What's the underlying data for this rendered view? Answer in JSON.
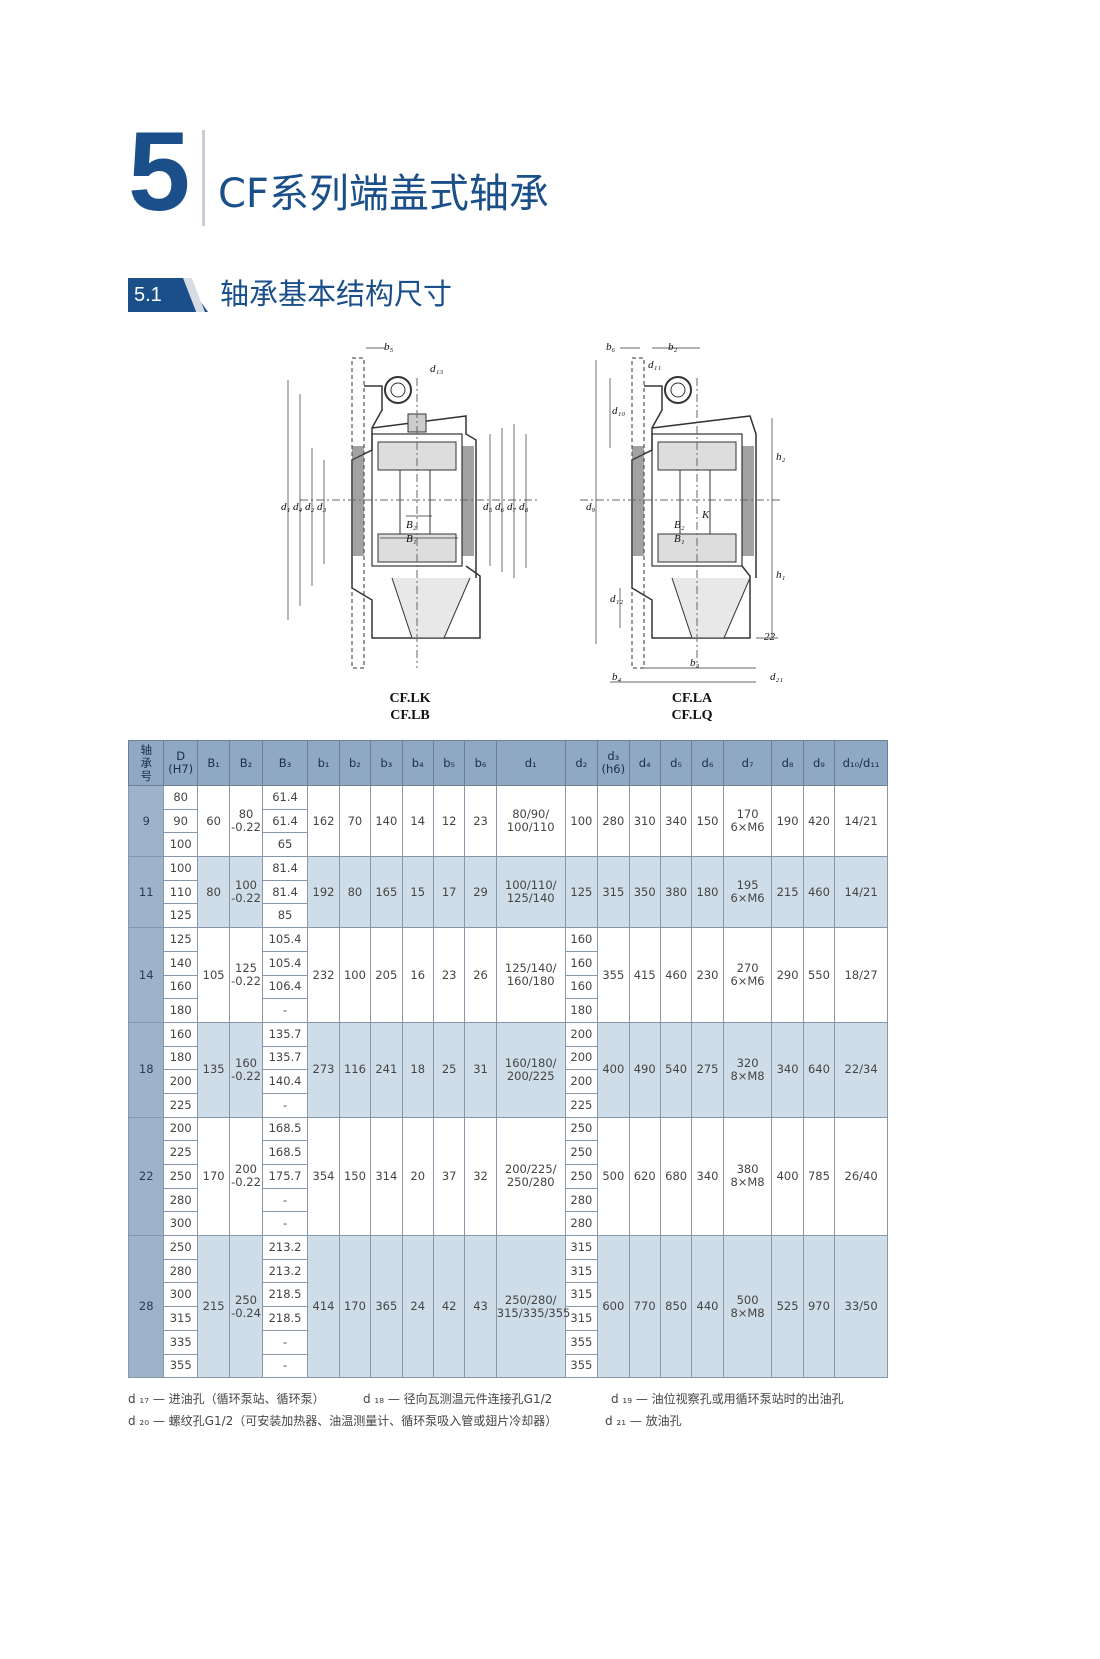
{
  "chapter": {
    "number": "5",
    "title": "CF系列端盖式轴承"
  },
  "section": {
    "number": "5.1",
    "title": "轴承基本结构尺寸"
  },
  "drawing": {
    "left_caption_1": "CF.LK",
    "left_caption_2": "CF.LB",
    "right_caption_1": "CF.LA",
    "right_caption_2": "CF.LQ",
    "labels_left": {
      "b5": "b₅",
      "d13": "d₁₃",
      "B2": "B₂",
      "B1": "B₁",
      "d1": "d₁",
      "d4": "d₄",
      "d2": "d₂",
      "d3": "d₃",
      "d5": "d₅",
      "d6": "d₆",
      "d7": "d₇",
      "d8": "d₈"
    },
    "labels_right": {
      "b6": "b₆",
      "b2": "b₂",
      "d11": "d₁₁",
      "d10": "d₁₀",
      "d9": "d₉",
      "h2": "h₂",
      "h1": "h₁",
      "B2": "B₂",
      "B1": "B₁",
      "K": "K",
      "d12": "d₁₂",
      "dim22": "22",
      "b3": "b₃",
      "b4": "b₄",
      "d21": "d₂₁"
    }
  },
  "table": {
    "headers": [
      "轴\n承\n号",
      "D\n(H7)",
      "B₁",
      "B₂",
      "B₃",
      "b₁",
      "b₂",
      "b₃",
      "b₄",
      "b₅",
      "b₆",
      "d₁",
      "d₂",
      "d₃\n(h6)",
      "d₄",
      "d₅",
      "d₆",
      "d₇",
      "d₈",
      "d₉",
      "d₁₀/d₁₁"
    ],
    "groups": [
      {
        "shaft": "9",
        "D": [
          "80",
          "90",
          "100"
        ],
        "B1": "60",
        "B2": "80\n-0.22",
        "B3": [
          "61.4",
          "61.4",
          "65"
        ],
        "b1": "162",
        "b2": "70",
        "b3": "140",
        "b4": "14",
        "b5": "12",
        "b6": "23",
        "d1": "80/90/\n100/110",
        "d2": [
          "100"
        ],
        "d3": "280",
        "d4": "310",
        "d5": "340",
        "d6": "150",
        "d7": "170\n6×M6",
        "d8": "190",
        "d9": "420",
        "d10": "14/21"
      },
      {
        "shaft": "11",
        "D": [
          "100",
          "110",
          "125"
        ],
        "B1": "80",
        "B2": "100\n-0.22",
        "B3": [
          "81.4",
          "81.4",
          "85"
        ],
        "b1": "192",
        "b2": "80",
        "b3": "165",
        "b4": "15",
        "b5": "17",
        "b6": "29",
        "d1": "100/110/\n125/140",
        "d2": [
          "125"
        ],
        "d3": "315",
        "d4": "350",
        "d5": "380",
        "d6": "180",
        "d7": "195\n6×M6",
        "d8": "215",
        "d9": "460",
        "d10": "14/21"
      },
      {
        "shaft": "14",
        "D": [
          "125",
          "140",
          "160",
          "180"
        ],
        "B1": "105",
        "B2": "125\n-0.22",
        "B3": [
          "105.4",
          "105.4",
          "106.4",
          "-"
        ],
        "b1": "232",
        "b2": "100",
        "b3": "205",
        "b4": "16",
        "b5": "23",
        "b6": "26",
        "d1": "125/140/\n160/180",
        "d2": [
          "160",
          "160",
          "160",
          "180"
        ],
        "d3": "355",
        "d4": "415",
        "d5": "460",
        "d6": "230",
        "d7": "270\n6×M6",
        "d8": "290",
        "d9": "550",
        "d10": "18/27"
      },
      {
        "shaft": "18",
        "D": [
          "160",
          "180",
          "200",
          "225"
        ],
        "B1": "135",
        "B2": "160\n-0.22",
        "B3": [
          "135.7",
          "135.7",
          "140.4",
          "-"
        ],
        "b1": "273",
        "b2": "116",
        "b3": "241",
        "b4": "18",
        "b5": "25",
        "b6": "31",
        "d1": "160/180/\n200/225",
        "d2": [
          "200",
          "200",
          "200",
          "225"
        ],
        "d3": "400",
        "d4": "490",
        "d5": "540",
        "d6": "275",
        "d7": "320\n8×M8",
        "d8": "340",
        "d9": "640",
        "d10": "22/34"
      },
      {
        "shaft": "22",
        "D": [
          "200",
          "225",
          "250",
          "280",
          "300"
        ],
        "B1": "170",
        "B2": "200\n-0.22",
        "B3": [
          "168.5",
          "168.5",
          "175.7",
          "-",
          "-"
        ],
        "b1": "354",
        "b2": "150",
        "b3": "314",
        "b4": "20",
        "b5": "37",
        "b6": "32",
        "d1": "200/225/\n250/280",
        "d2": [
          "250",
          "250",
          "250",
          "280",
          "280"
        ],
        "d3": "500",
        "d4": "620",
        "d5": "680",
        "d6": "340",
        "d7": "380\n8×M8",
        "d8": "400",
        "d9": "785",
        "d10": "26/40"
      },
      {
        "shaft": "28",
        "D": [
          "250",
          "280",
          "300",
          "315",
          "335",
          "355"
        ],
        "B1": "215",
        "B2": "250\n-0.24",
        "B3": [
          "213.2",
          "213.2",
          "218.5",
          "218.5",
          "-",
          "-"
        ],
        "b1": "414",
        "b2": "170",
        "b3": "365",
        "b4": "24",
        "b5": "42",
        "b6": "43",
        "d1": "250/280/\n315/335/355",
        "d2": [
          "315",
          "315",
          "315",
          "315",
          "355",
          "355"
        ],
        "d3": "600",
        "d4": "770",
        "d5": "850",
        "d6": "440",
        "d7": "500\n8×M8",
        "d8": "525",
        "d9": "970",
        "d10": "33/50"
      }
    ]
  },
  "notes": {
    "n17": "d ₁₇ — 进油孔（循环泵站、循环泵）",
    "n18": "d ₁₈ — 径向瓦测温元件连接孔G1/2",
    "n19": "d ₁₉ — 油位视察孔或用循环泵站时的出油孔",
    "n20": "d ₂₀ — 螺纹孔G1/2（可安装加热器、油温测量计、循环泵吸入管或翅片冷却器）",
    "n21": "d ₂₁ — 放油孔"
  },
  "colors": {
    "brand_blue": "#1a4f8a",
    "header_blue": "#8fa9c4",
    "row_tint": "#cfdde9"
  }
}
